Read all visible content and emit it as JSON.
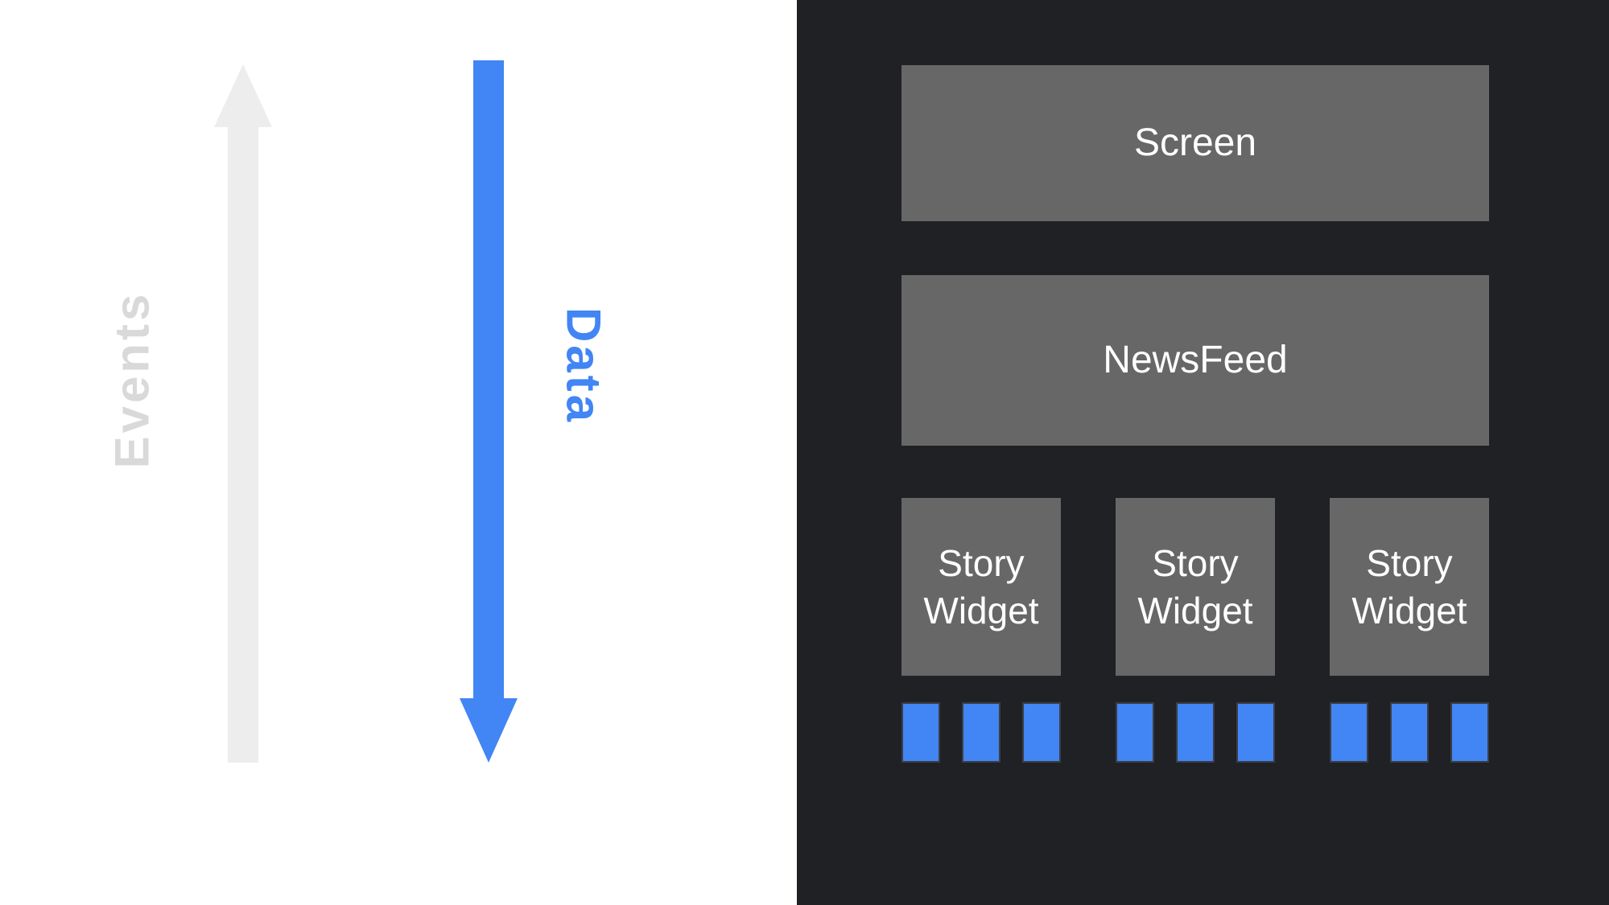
{
  "diagram": {
    "title": "widget-tree data and events flow diagram",
    "left_panel": {
      "background_color": "#ffffff",
      "events_label": "Events",
      "events_direction": "up",
      "events_text_color": "#d9d9d9",
      "events_arrow_color": "#ededed",
      "data_label": "Data",
      "data_direction": "down",
      "data_color": "#4285f4"
    },
    "right_panel": {
      "background_color": "#202125",
      "box_color": "#676767",
      "box_text_color": "#ffffff",
      "screen_label": "Screen",
      "newsfeed_label": "NewsFeed",
      "story_widgets": [
        {
          "line1": "Story",
          "line2": "Widget"
        },
        {
          "line1": "Story",
          "line2": "Widget"
        },
        {
          "line1": "Story",
          "line2": "Widget"
        }
      ],
      "tile_color": "#4285f4",
      "tiles_per_widget": 3
    }
  }
}
